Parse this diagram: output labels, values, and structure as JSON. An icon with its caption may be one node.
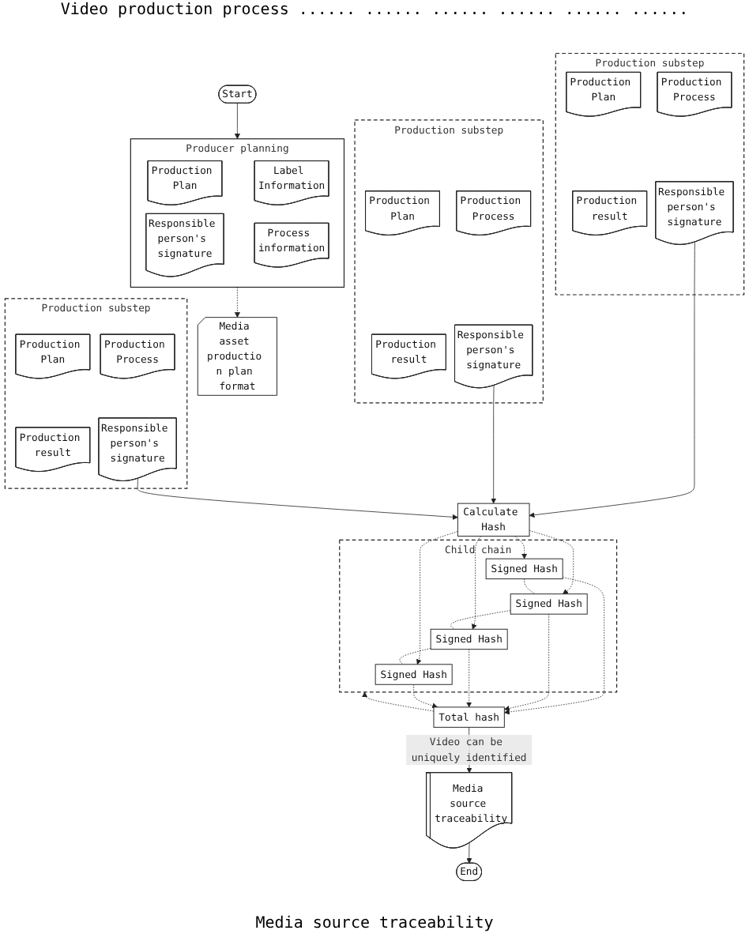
{
  "diagram": {
    "nodes": [
      {
        "text": [
          "Start"
        ]
      },
      {
        "text": [
          "Producer planning"
        ]
      },
      {
        "text": [
          "Production Plan"
        ],
        "in": 1
      },
      {
        "text": [
          "Responsible person's signature"
        ],
        "in": 1
      },
      {
        "text": [
          "Label Information"
        ],
        "in": 1
      },
      {
        "text": [
          "Process information"
        ],
        "in": 1
      },
      {
        "text": [
          "Media asset productio n plan format"
        ]
      },
      {
        "text": [
          "Production substep"
        ]
      },
      {
        "text": [
          "Production Plan"
        ],
        "in": 7
      },
      {
        "text": [
          "Production Process"
        ],
        "in": 7
      },
      {
        "text": [
          "Production result"
        ],
        "in": 7
      },
      {
        "text": [
          "Responsible person's signature"
        ],
        "in": 7
      },
      {
        "text": [
          "Production substep"
        ]
      },
      {
        "text": [
          "Production Plan"
        ],
        "in": 12
      },
      {
        "text": [
          "Production Process"
        ],
        "in": 12
      },
      {
        "text": [
          "Production result"
        ],
        "in": 12
      },
      {
        "text": [
          "Responsible person's signature"
        ],
        "in": 12
      },
      {
        "text": [
          "Production substep"
        ]
      },
      {
        "text": [
          "Production Plan"
        ],
        "in": 17
      },
      {
        "text": [
          "Production Process"
        ],
        "in": 17
      },
      {
        "text": [
          "Production result"
        ],
        "in": 17
      },
      {
        "text": [
          "Responsible person's signature"
        ],
        "in": 17
      },
      {
        "text": [
          "Calculate Hash"
        ]
      },
      {
        "text": [
          "Child chain"
        ]
      },
      {
        "text": [
          "Signed Hash"
        ],
        "in": 23
      },
      {
        "text": [
          "Signed Hash"
        ],
        "in": 23
      },
      {
        "text": [
          "Signed Hash"
        ],
        "in": 23
      },
      {
        "text": [
          "Signed Hash"
        ],
        "in": 23
      },
      {
        "text": [
          "Total hash"
        ]
      },
      {
        "text": [
          "Media source traceability"
        ]
      },
      {
        "text": [
          "End"
        ]
      }
    ],
    "edges": [
      {
        "from": 0,
        "to": 1,
        "arrow": "to"
      },
      {
        "from": 1,
        "to": 6,
        "arrow": "to",
        "style": "dashed"
      },
      {
        "from": 11,
        "to": 22,
        "arrow": "to"
      },
      {
        "from": 16,
        "to": 22,
        "arrow": "to"
      },
      {
        "from": 21,
        "to": 22,
        "arrow": "to"
      },
      {
        "from": 22,
        "to": 24,
        "arrow": "to",
        "style": "dashed"
      },
      {
        "from": 22,
        "to": 25,
        "arrow": "to",
        "style": "dashed"
      },
      {
        "from": 22,
        "to": 26,
        "arrow": "to",
        "style": "dashed"
      },
      {
        "from": 22,
        "to": 27,
        "arrow": "to",
        "style": "dashed"
      },
      {
        "from": 24,
        "to": 25,
        "arrow": "none",
        "style": "dashed"
      },
      {
        "from": 25,
        "to": 26,
        "arrow": "none",
        "style": "dashed"
      },
      {
        "from": 26,
        "to": 27,
        "arrow": "none",
        "style": "dashed"
      },
      {
        "from": 24,
        "to": 28,
        "arrow": "to",
        "style": "dashed"
      },
      {
        "from": 25,
        "to": 28,
        "arrow": "to",
        "style": "dashed"
      },
      {
        "from": 26,
        "to": 28,
        "arrow": "to",
        "style": "dashed"
      },
      {
        "from": 27,
        "to": 28,
        "arrow": "to",
        "style": "dashed"
      },
      {
        "from": 28,
        "to": 23,
        "arrow": "to",
        "style": "dashed"
      },
      {
        "from": 28,
        "to": 29,
        "arrow": "to",
        "label": "Video can be uniquely identified"
      },
      {
        "from": 29,
        "to": 30,
        "arrow": "to"
      }
    ],
    "labels": [
      "Video production process",
      "......",
      "......",
      "......",
      "......",
      "......",
      "......",
      "Media source traceability"
    ]
  }
}
